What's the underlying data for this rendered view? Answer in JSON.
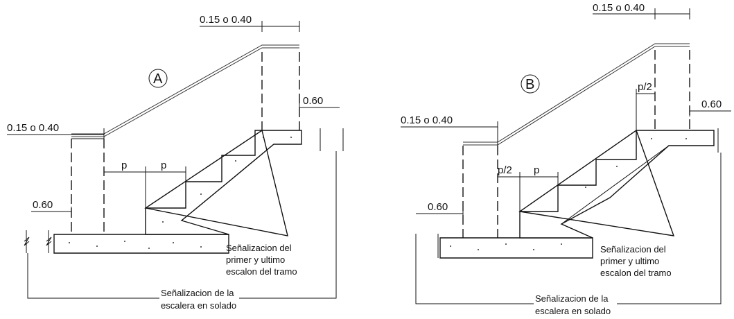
{
  "diagrams": [
    {
      "id": "A",
      "circle_label": "A",
      "dims": {
        "top_landing": "0.15 o 0.40",
        "bottom_landing": "0.15 o 0.40",
        "left_platform": "0.60",
        "right_platform": "0.60",
        "tread_1": "p",
        "tread_2": "p"
      },
      "note_steps": [
        "Señalizacion del",
        "primer y ultimo",
        "escalon del tramo"
      ],
      "note_floor": [
        "Señalizacion de la",
        "escalera en solado"
      ]
    },
    {
      "id": "B",
      "circle_label": "B",
      "dims": {
        "top_landing": "0.15 o 0.40",
        "bottom_landing": "0.15 o 0.40",
        "left_platform": "0.60",
        "right_platform": "0.60",
        "tread_1": "p/2",
        "tread_2": "p",
        "tread_top": "p/2"
      },
      "note_steps": [
        "Señalizacion del",
        "primer y ultimo",
        "escalon del tramo"
      ],
      "note_floor": [
        "Señalizacion de la",
        "escalera en solado"
      ]
    }
  ]
}
